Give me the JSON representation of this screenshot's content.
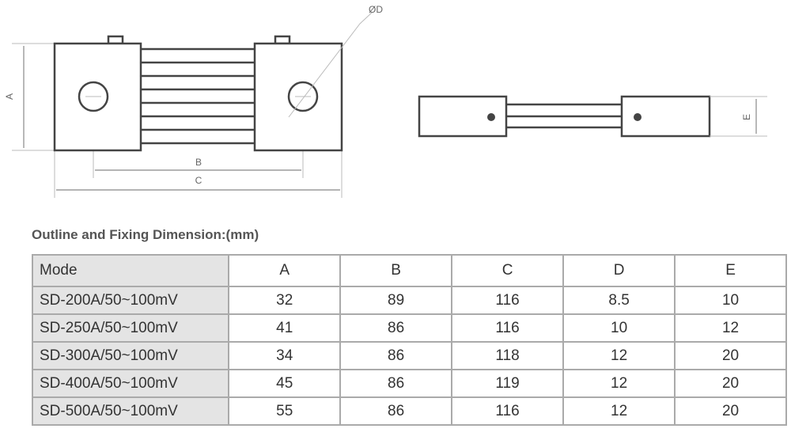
{
  "diagram": {
    "labels": {
      "a": "A",
      "b": "B",
      "c": "C",
      "d": "ØD",
      "e": "E"
    }
  },
  "title": "Outline and Fixing Dimension:(mm)",
  "table": {
    "headers": [
      "Mode",
      "A",
      "B",
      "C",
      "D",
      "E"
    ],
    "rows": [
      [
        "SD-200A/50~100mV",
        "32",
        "89",
        "116",
        "8.5",
        "10"
      ],
      [
        "SD-250A/50~100mV",
        "41",
        "86",
        "116",
        "10",
        "12"
      ],
      [
        "SD-300A/50~100mV",
        "34",
        "86",
        "118",
        "12",
        "20"
      ],
      [
        "SD-400A/50~100mV",
        "45",
        "86",
        "119",
        "12",
        "20"
      ],
      [
        "SD-500A/50~100mV",
        "55",
        "86",
        "116",
        "12",
        "20"
      ]
    ]
  }
}
